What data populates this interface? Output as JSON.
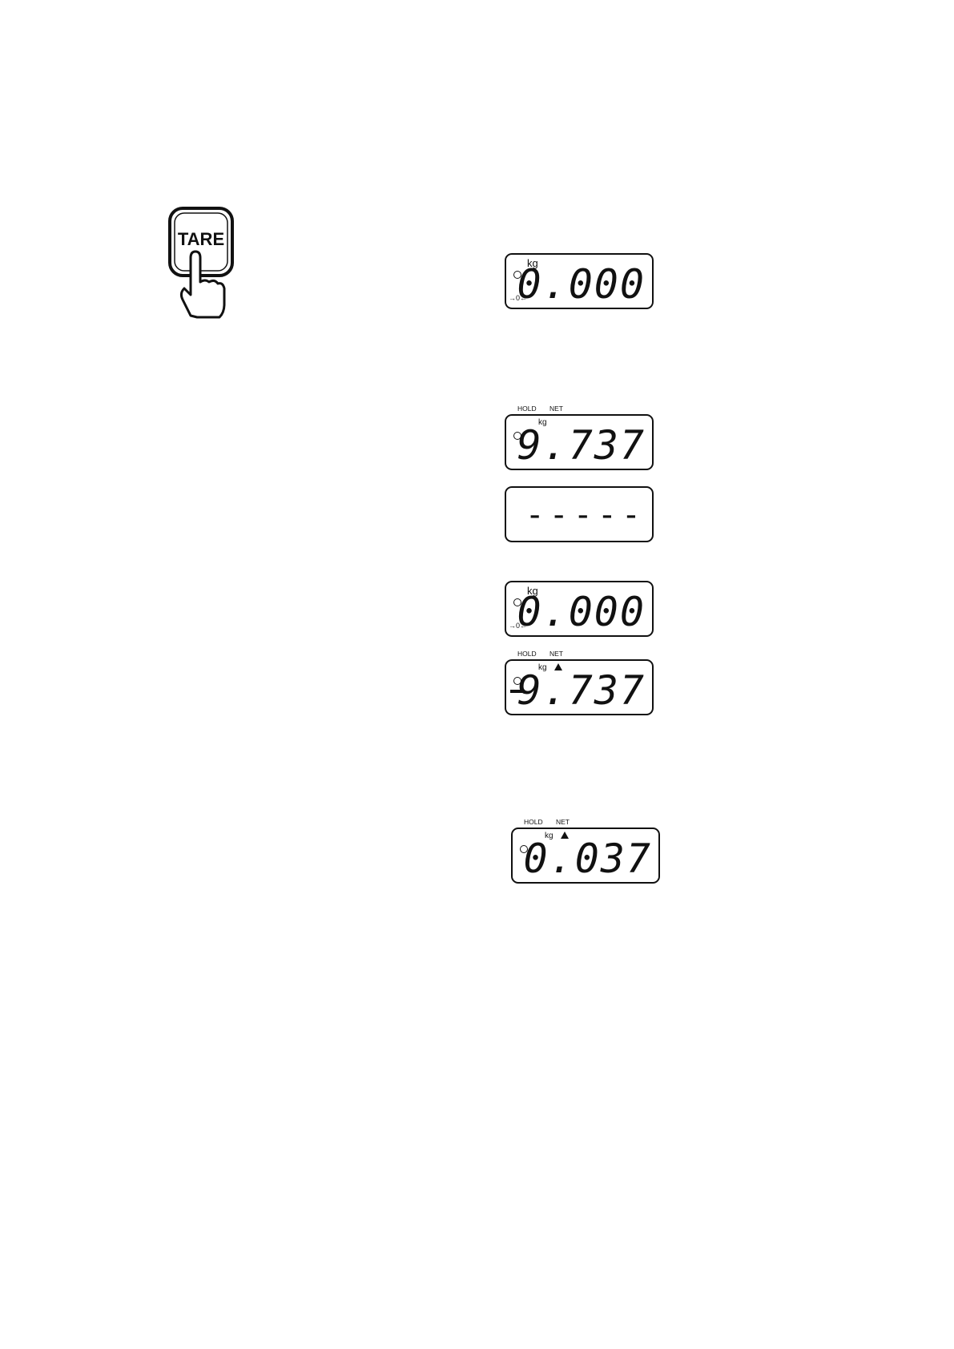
{
  "tare_key": {
    "label": "TARE"
  },
  "displays": [
    {
      "id": "d1",
      "unit": "kg",
      "value": "0.000",
      "zero_mark": "→0←"
    },
    {
      "id": "d2",
      "hold": "HOLD",
      "net": "NET",
      "unit": "kg",
      "value": "9.737"
    },
    {
      "id": "d3",
      "value": "-----"
    },
    {
      "id": "d4",
      "unit": "kg",
      "value": "0.000",
      "zero_mark": "→0←"
    },
    {
      "id": "d5",
      "hold": "HOLD",
      "net": "NET",
      "unit": "kg",
      "value": "9.737",
      "negative": true
    },
    {
      "id": "d6",
      "hold": "HOLD",
      "net": "NET",
      "unit": "kg",
      "value": "0.037"
    }
  ]
}
